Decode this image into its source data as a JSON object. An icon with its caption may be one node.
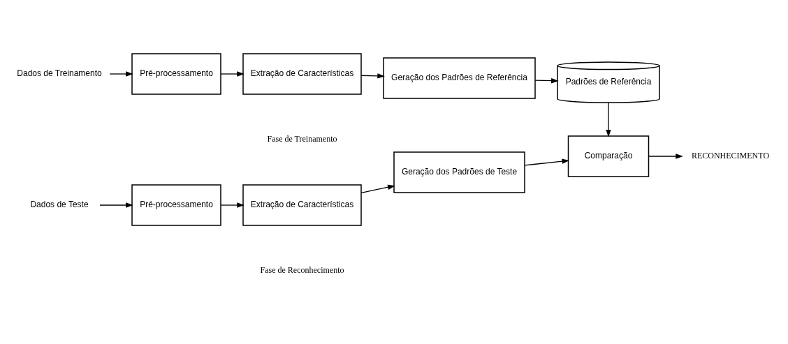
{
  "diagram": {
    "nodes": [
      {
        "text": [
          "Dados de Treinamento"
        ]
      },
      {
        "text": [
          "Pré-processamento"
        ]
      },
      {
        "text": [
          "Extração de Características"
        ]
      },
      {
        "text": [
          "Geração dos Padrões de Referência"
        ]
      },
      {
        "text": [
          "Padrões de Referência"
        ]
      },
      {
        "text": [
          "Dados de Teste"
        ]
      },
      {
        "text": [
          "Pré-processamento"
        ]
      },
      {
        "text": [
          "Extração de Características"
        ]
      },
      {
        "text": [
          "Geração dos Padrões de Teste"
        ]
      },
      {
        "text": [
          "Comparação"
        ]
      },
      {
        "text": [
          "RECONHECIMENTO"
        ]
      }
    ],
    "edges": [
      {
        "from": 0,
        "to": 1,
        "arrow": "to"
      },
      {
        "from": 1,
        "to": 2,
        "arrow": "to"
      },
      {
        "from": 2,
        "to": 3,
        "arrow": "to"
      },
      {
        "from": 3,
        "to": 4,
        "arrow": "to"
      },
      {
        "from": 4,
        "to": 9,
        "arrow": "to"
      },
      {
        "from": 5,
        "to": 6,
        "arrow": "to"
      },
      {
        "from": 6,
        "to": 7,
        "arrow": "to"
      },
      {
        "from": 7,
        "to": 8,
        "arrow": "to"
      },
      {
        "from": 8,
        "to": 9,
        "arrow": "to"
      },
      {
        "from": 9,
        "to": 10,
        "arrow": "to"
      }
    ],
    "labels": [
      "Fase de Treinamento",
      "Fase de Reconhecimento"
    ]
  }
}
